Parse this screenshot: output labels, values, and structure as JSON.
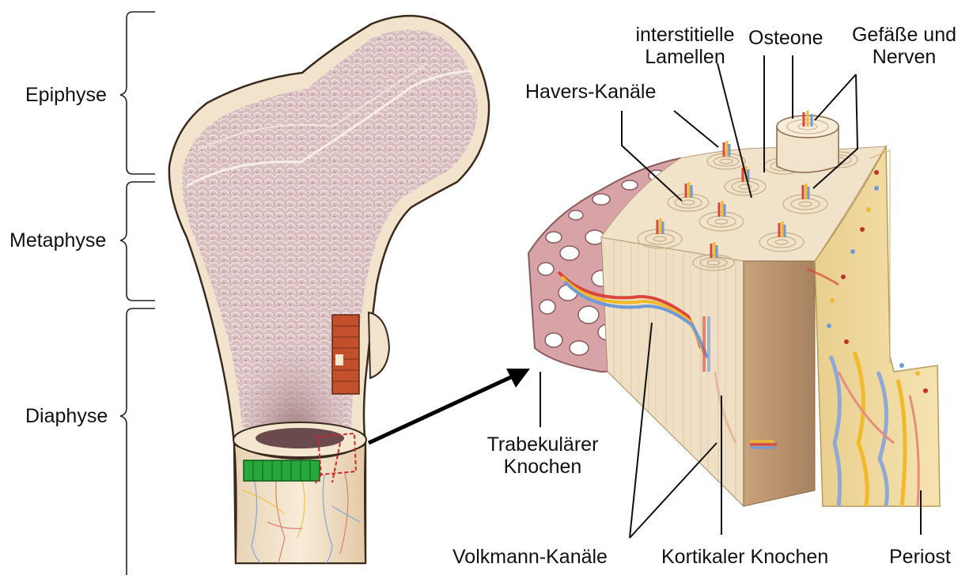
{
  "regions": {
    "epiphysis": "Epiphyse",
    "metaphysis": "Metaphyse",
    "diaphysis": "Diaphyse"
  },
  "labels": {
    "interstitial_lamellae_line1": "interstitielle",
    "interstitial_lamellae_line2": "Lamellen",
    "osteons": "Osteone",
    "vessels_nerves_line1": "Gefäße und",
    "vessels_nerves_line2": "Nerven",
    "haversian_canals": "Havers-Kanäle",
    "trabecular_line1": "Trabekulärer",
    "trabecular_line2": "Knochen",
    "volkmann_canals": "Volkmann-Kanäle",
    "cortical_bone": "Kortikaler Knochen",
    "periosteum": "Periost"
  },
  "colors": {
    "spongy": "#dcc3c6",
    "compact": "#f2e4cc",
    "trabecular": "#d8a3a7",
    "periosteum": "#f0d99a",
    "lamella": "#eedcc0",
    "artery": "#d9473c",
    "vein": "#6f9ad8",
    "nerve": "#f2b92c",
    "marker_red": "#c2502c",
    "marker_green": "#27a83a"
  }
}
